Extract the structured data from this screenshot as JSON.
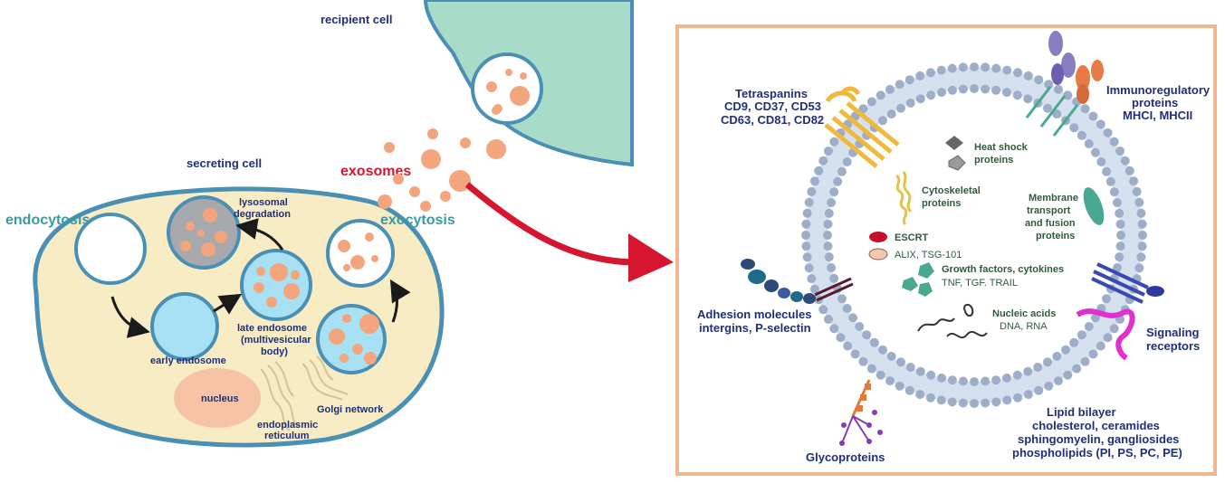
{
  "colors": {
    "cell_fill": "#f8ecc4",
    "cell_border": "#4a90b4",
    "recipient_fill": "#a8dcc8",
    "vesicle_dot": "#f3a57d",
    "early_endosome": "#a8e0f4",
    "lysosome": "#a7a9ad",
    "nucleus": "#f6c3a5",
    "arrow_red": "#d6152e",
    "frame": "#f1b690",
    "membrane_head": "#9eaec9",
    "label_navy": "#1f2f7a",
    "label_teal": "#3a9aa0",
    "label_red": "#d6152e",
    "label_green": "#2f5a3b"
  },
  "left": {
    "recipient_cell": "recipient cell",
    "secreting_cell": "secreting cell",
    "exosomes": "exosomes",
    "endocytosis": "endocytosis",
    "exocytosis": "exocytosis",
    "lysosomal": [
      "lysosomal",
      "degradation"
    ],
    "early_endosome": "early endosome",
    "late_endosome": [
      "late endosome",
      "(multivesicular",
      "body)"
    ],
    "nucleus": "nucleus",
    "er": [
      "endoplasmic",
      "reticulum"
    ],
    "golgi": "Golgi network"
  },
  "right": {
    "tetraspanins": [
      "Tetraspanins",
      "CD9, CD37, CD53",
      "CD63, CD81, CD82"
    ],
    "immuno": [
      "Immunoregulatory",
      "proteins",
      "MHCI, MHCII"
    ],
    "heat_shock": [
      "Heat shock",
      "proteins"
    ],
    "cytoskeletal": [
      "Cytoskeletal",
      "proteins"
    ],
    "membrane_transport": [
      "Membrane",
      "transport",
      "and fusion",
      "proteins"
    ],
    "escrt": "ESCRT",
    "alix": "ALIX, TSG-101",
    "growth": "Growth factors, cytokines",
    "tnf": "TNF, TGF. TRAIL",
    "adhesion": [
      "Adhesion molecules",
      "intergins, P-selectin"
    ],
    "nucleic": "Nucleic acids",
    "dna": "DNA, RNA",
    "signaling": [
      "Signaling",
      "receptors"
    ],
    "lipid": [
      "Lipid bilayer",
      "cholesterol, ceramides",
      "sphingomyelin, gangliosides",
      "phospholipids (PI, PS, PC, PE)"
    ],
    "glyco": "Glycoproteins"
  }
}
